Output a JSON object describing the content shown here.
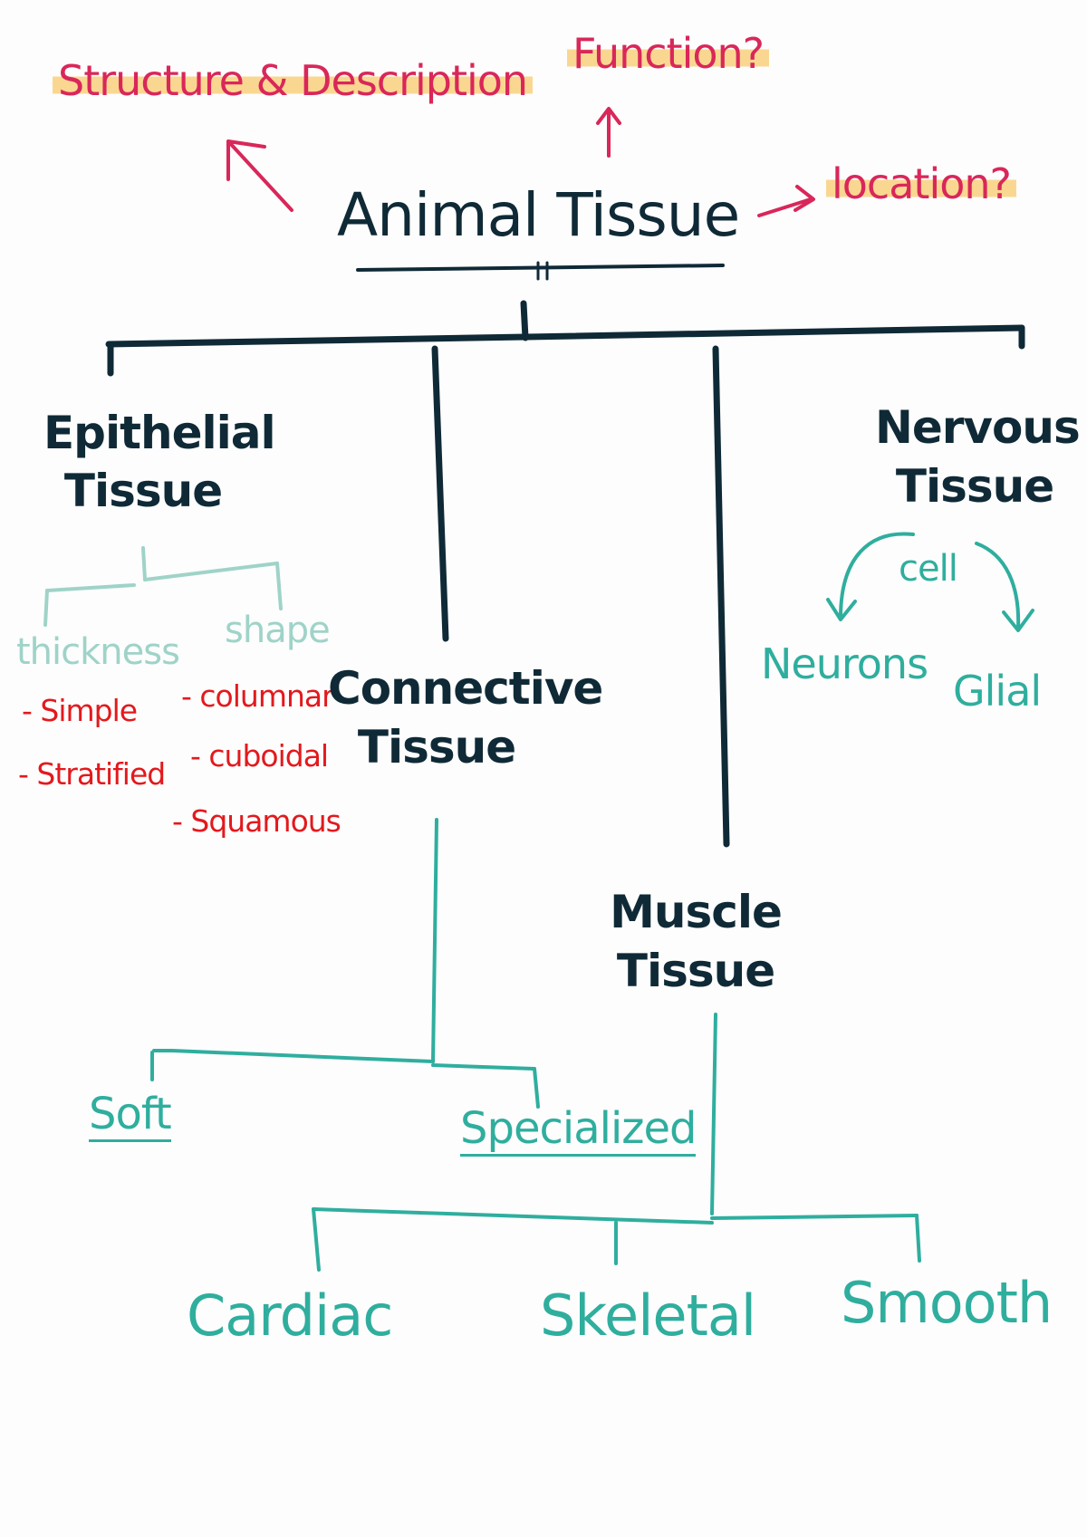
{
  "diagram": {
    "title": "Animal Tissue",
    "questions": {
      "structure": "Structure & Description",
      "function": "Function?",
      "location": "location?"
    },
    "branches": {
      "epithelial": {
        "label": "Epithelial Tissue",
        "thickness": "thickness",
        "shape": "shape",
        "thickness_items": [
          "- Simple",
          "- Stratified"
        ],
        "shape_items": [
          "- columnar",
          "- cuboidal",
          "- Squamous"
        ]
      },
      "connective": {
        "label": "Connective Tissue",
        "children": [
          "Soft",
          "Specialized"
        ]
      },
      "muscle": {
        "label": "Muscle Tissue",
        "children": [
          "Cardiac",
          "Skeletal",
          "Smooth"
        ]
      },
      "nervous": {
        "label": "Nervous Tissue",
        "cell": "cell",
        "children": [
          "Neurons",
          "Glial"
        ]
      }
    }
  },
  "colors": {
    "ink_dark": "#0f2a36",
    "teal": "#2fae9e",
    "mint": "#9fd3c8",
    "red": "#e3191d",
    "pink": "#d9275a",
    "highlight": "#fad791"
  }
}
